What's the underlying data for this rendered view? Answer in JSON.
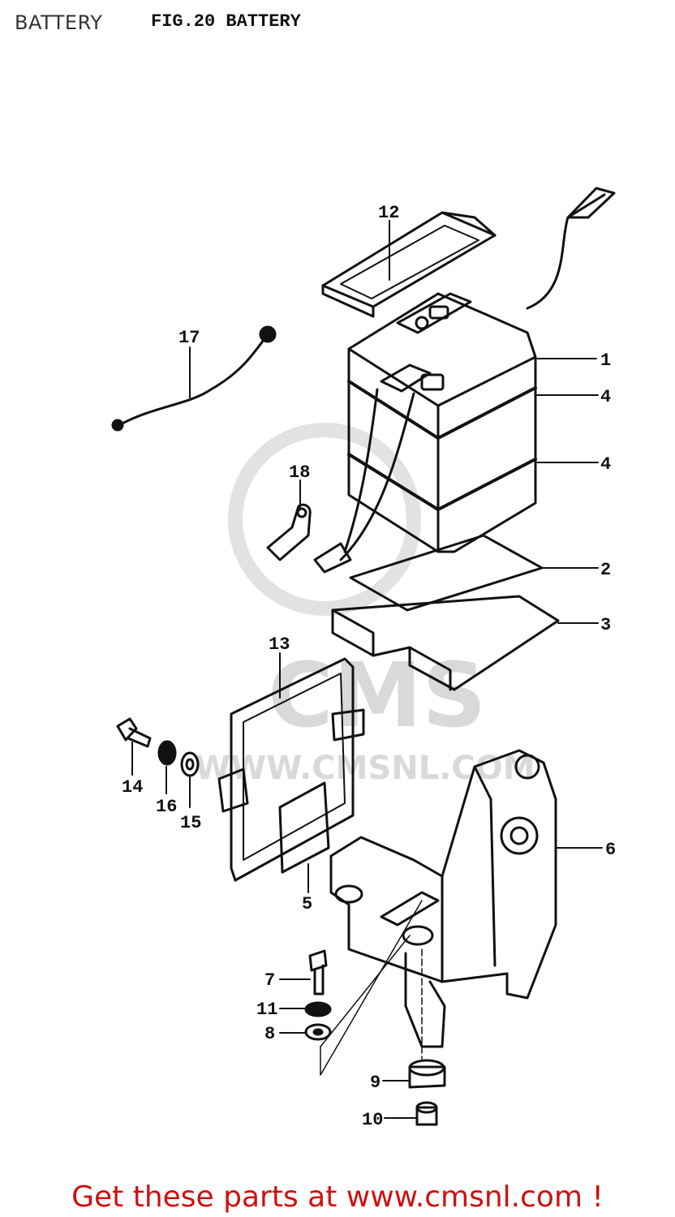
{
  "header": {
    "page_title": "BATTERY",
    "figure_title": "FIG.20  BATTERY"
  },
  "watermark": {
    "brand": "CMS",
    "url": "WWW.CMSNL.COM"
  },
  "callouts": {
    "c1": "1",
    "c2": "2",
    "c3": "3",
    "c4a": "4",
    "c4b": "4",
    "c5": "5",
    "c6": "6",
    "c7": "7",
    "c8": "8",
    "c9": "9",
    "c10": "10",
    "c11": "11",
    "c12": "12",
    "c13": "13",
    "c14": "14",
    "c15": "15",
    "c16": "16",
    "c17": "17",
    "c18": "18"
  },
  "footer": {
    "link_text": "Get these parts at www.cmsnl.com !"
  },
  "colors": {
    "ink": "#111111",
    "footer": "#cc1111",
    "watermark": "#d9d9d9"
  }
}
